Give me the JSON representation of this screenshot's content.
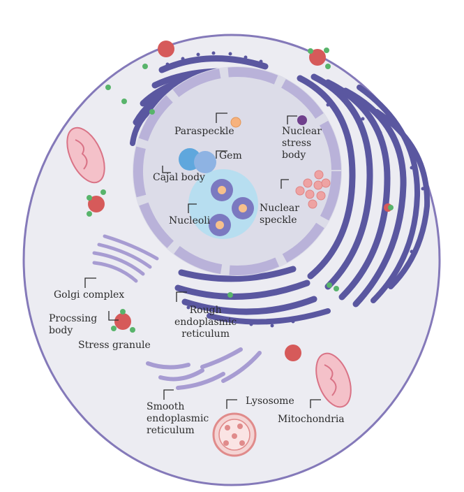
{
  "diagram": {
    "labels": {
      "paraspeckle": "Paraspeckle",
      "gem": "Gem",
      "cajal_body": "Cajal body",
      "nuclear_stress_body": [
        "Nuclear",
        "stress",
        "body"
      ],
      "nucleoli": "Nucleoli",
      "nuclear_speckle": [
        "Nuclear",
        "speckle"
      ],
      "golgi_complex": "Golgi complex",
      "processing_body": [
        "Procssing",
        "body"
      ],
      "stress_granule": "Stress granule",
      "rough_er": [
        "Rough",
        "endoplasmic",
        "reticulum"
      ],
      "smooth_er": [
        "Smooth",
        "endoplasmic",
        "reticulum"
      ],
      "lysosome": "Lysosome",
      "mitochondria": "Mitochondria"
    },
    "colors": {
      "cell_fill": "#ececf2",
      "cell_border": "#8479b9",
      "nucleus_fill": "#dcdce8",
      "envelope": "#b9b2d9",
      "er": "#5a57a0",
      "nucleolus_outer": "#b7def0",
      "nucleolus_core": "#7b79c0",
      "nucleolus_center": "#f6c08c",
      "cajal": "#5fa7dd",
      "gem": "#8eb3e3",
      "paraspeckle": "#f6b27d",
      "stress_body": "#6f3f8c",
      "speckle": "#eea3a3",
      "granule": "#d65a5a",
      "green_dot": "#58b46b",
      "golgi": "#a79cd2",
      "mito_fill": "#f4c1c9",
      "mito_line": "#d97386",
      "lysosome": "#e08b8b"
    }
  }
}
